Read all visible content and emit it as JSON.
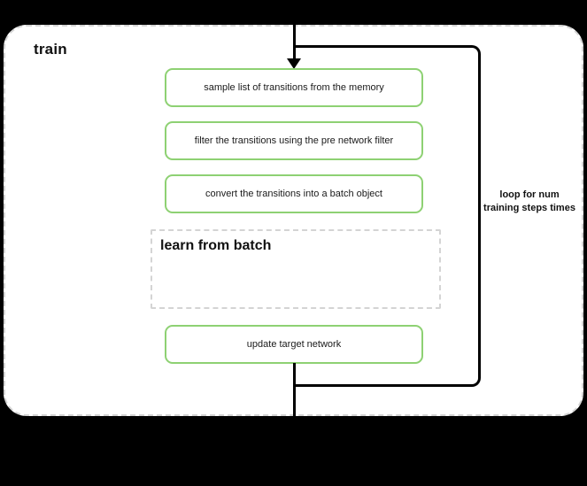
{
  "diagram": {
    "type": "flowchart",
    "title": "train",
    "background_color": "#000000",
    "surface_color": "#ffffff",
    "accent_color": "#8ed173",
    "dashed_border_color": "#d4d4d4",
    "line_color": "#000000"
  },
  "container": {
    "label": "train",
    "border_style": "dashed"
  },
  "steps": [
    {
      "id": "sample",
      "label": "sample list of transitions from the memory"
    },
    {
      "id": "filter",
      "label": "filter the transitions using the pre network filter"
    },
    {
      "id": "convert",
      "label": "convert the transitions into a batch object"
    },
    {
      "id": "update",
      "label": "update target network"
    }
  ],
  "subgroup": {
    "id": "learn-from-batch",
    "label": "learn from batch",
    "border_style": "dashed"
  },
  "loop": {
    "label": "loop for num training steps times",
    "direction": "back-edge"
  },
  "edges": {
    "entry_arrow": "arrow-down",
    "entry_target": "sample list of transitions from the memory",
    "exit_source": "update target network"
  },
  "chart_data": {
    "type": "diagram",
    "title": "train",
    "nodes": [
      {
        "name": "sample list of transitions from the memory",
        "shape": "rounded-rect",
        "style": "green-outline"
      },
      {
        "name": "filter the transitions using the pre network filter",
        "shape": "rounded-rect",
        "style": "green-outline"
      },
      {
        "name": "convert the transitions into a batch object",
        "shape": "rounded-rect",
        "style": "green-outline"
      },
      {
        "name": "learn from batch",
        "shape": "rect",
        "style": "gray-dashed-group"
      },
      {
        "name": "update target network",
        "shape": "rounded-rect",
        "style": "green-outline"
      }
    ],
    "edges": [
      {
        "from": "entry",
        "to": "sample list of transitions from the memory",
        "arrow": true
      },
      {
        "from": "sample list of transitions from the memory",
        "to": "filter the transitions using the pre network filter",
        "arrow": false
      },
      {
        "from": "filter the transitions using the pre network filter",
        "to": "convert the transitions into a batch object",
        "arrow": false
      },
      {
        "from": "convert the transitions into a batch object",
        "to": "learn from batch",
        "arrow": false
      },
      {
        "from": "learn from batch",
        "to": "update target network",
        "arrow": false
      },
      {
        "from": "update target network",
        "to": "entry",
        "arrow": false,
        "label": "loop for num training steps times"
      },
      {
        "from": "update target network",
        "to": "exit",
        "arrow": false
      }
    ]
  }
}
